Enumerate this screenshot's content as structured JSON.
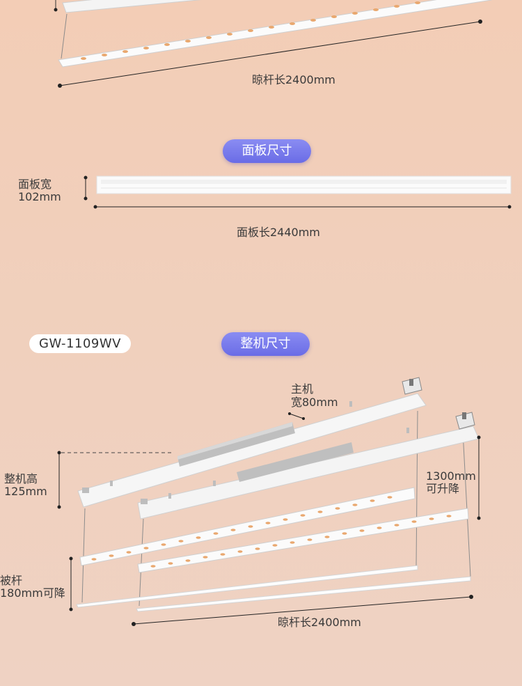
{
  "section_top": {
    "rod_length_label": "晾杆长2400mm"
  },
  "section_panel": {
    "title": "面板尺寸",
    "width_label": "面板宽",
    "width_value": "102mm",
    "length_label": "面板长2440mm"
  },
  "section_machine": {
    "model": "GW-1109WV",
    "title": "整机尺寸",
    "host_width_line1": "主机",
    "host_width_line2": "宽80mm",
    "height_line1": "整机高",
    "height_line2": "125mm",
    "lift_line1": "1300mm",
    "lift_line2": "可升降",
    "quilt_line1": "被杆",
    "quilt_line2": "180mm可降",
    "rod_length_label": "晾杆长2400mm"
  }
}
